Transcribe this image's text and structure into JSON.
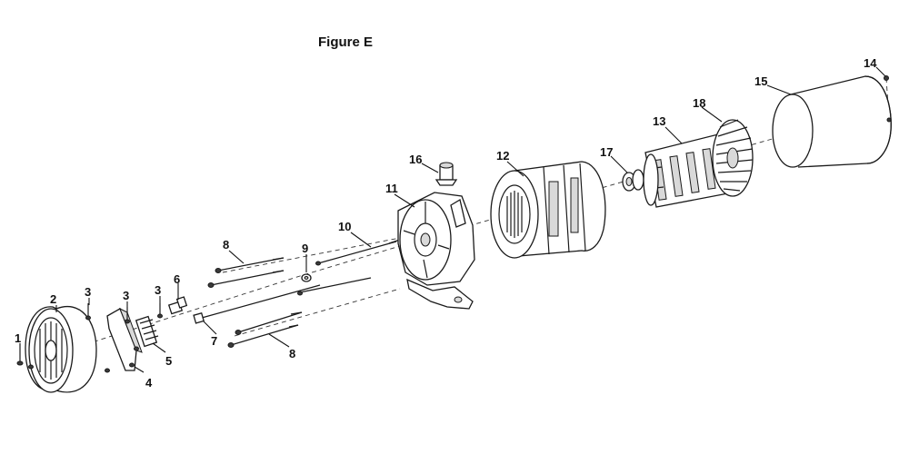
{
  "figure": {
    "title": "Figure E"
  },
  "callouts": {
    "c1": "1",
    "c2": "2",
    "c3a": "3",
    "c3b": "3",
    "c3c": "3",
    "c4": "4",
    "c5": "5",
    "c6": "6",
    "c7": "7",
    "c8a": "8",
    "c8b": "8",
    "c9": "9",
    "c10": "10",
    "c11": "11",
    "c12": "12",
    "c13": "13",
    "c14": "14",
    "c15": "15",
    "c16": "16",
    "c17": "17",
    "c18": "18"
  }
}
